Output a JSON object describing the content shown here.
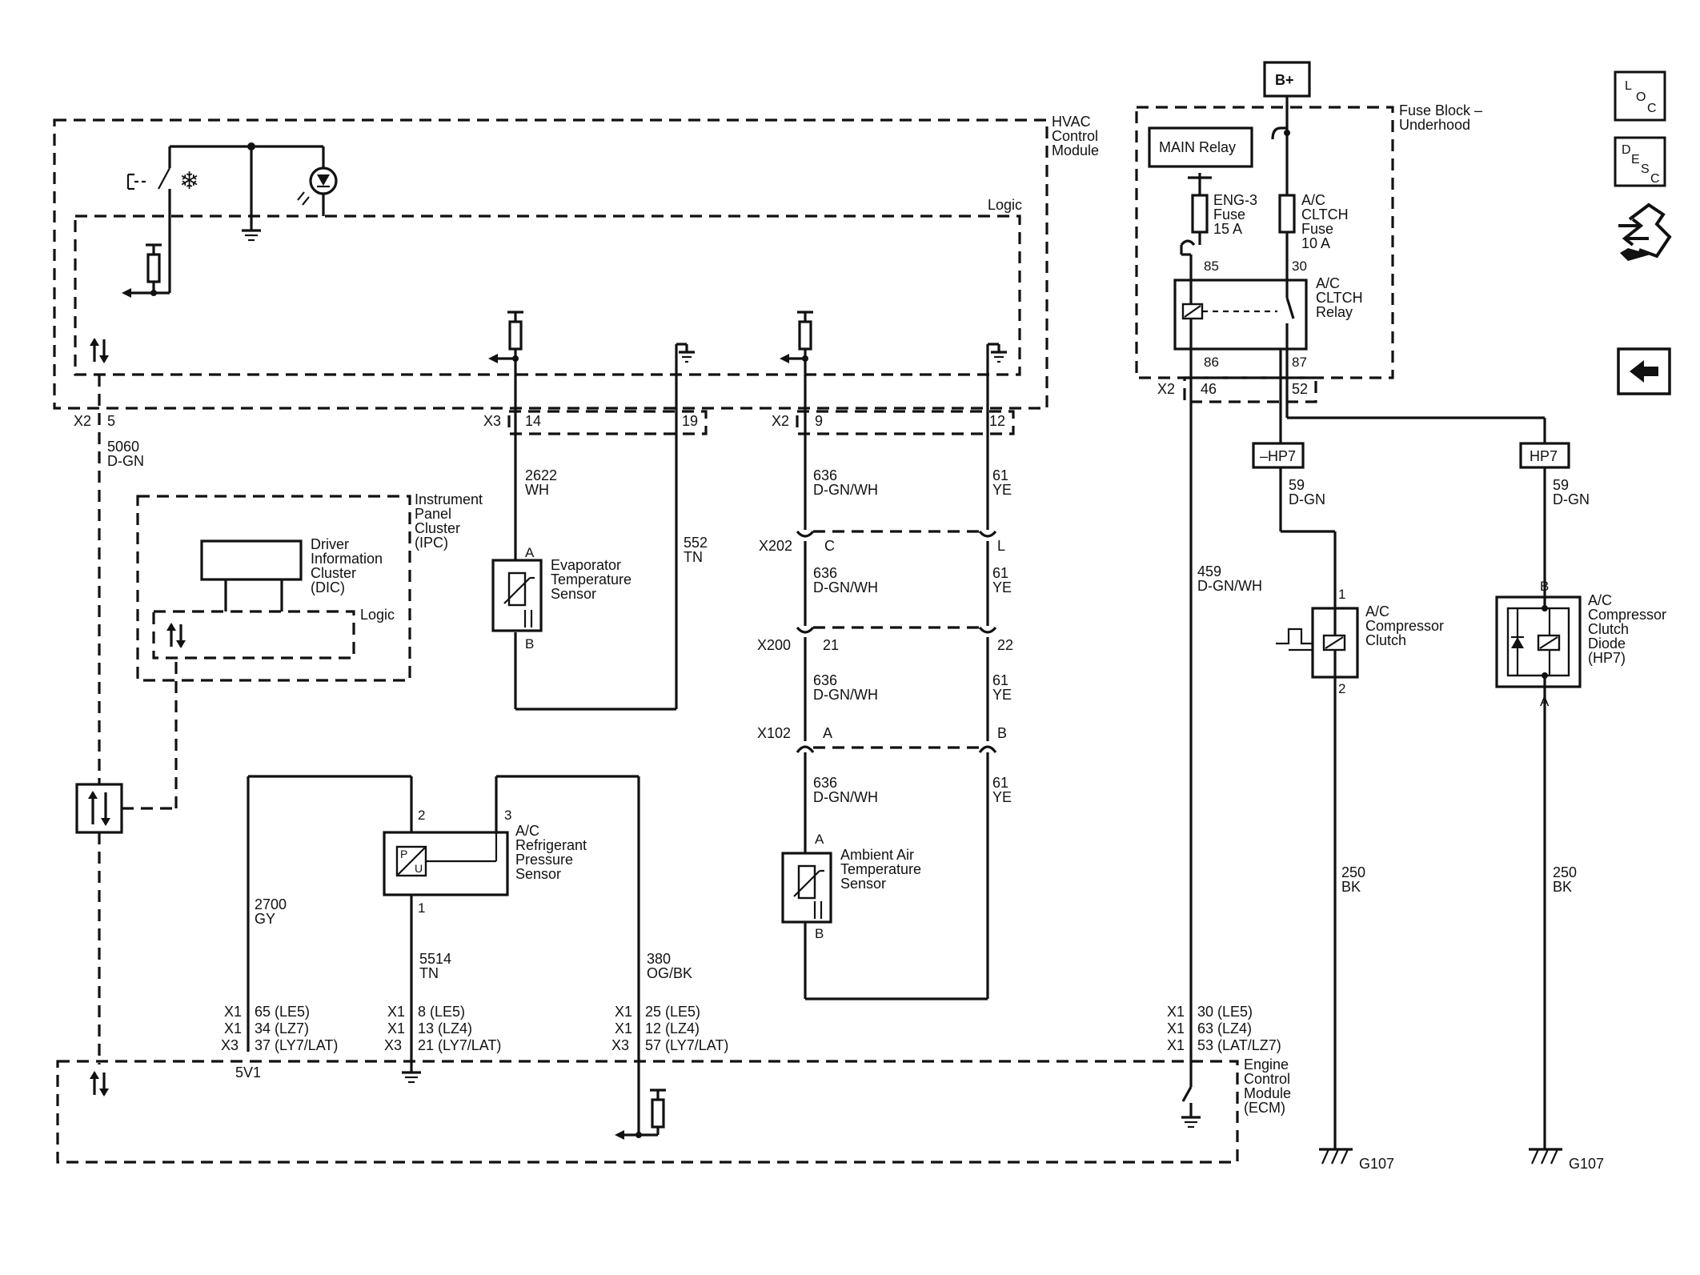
{
  "modules": {
    "hvac": [
      "HVAC",
      "Control",
      "Module"
    ],
    "hvac_logic": "Logic",
    "ipc": [
      "Instrument",
      "Panel",
      "Cluster",
      "(IPC)"
    ],
    "dic": [
      "Driver",
      "Information",
      "Cluster",
      "(DIC)"
    ],
    "ipc_logic": "Logic",
    "fuse_block": [
      "Fuse Block –",
      "Underhood"
    ],
    "ecm": [
      "Engine",
      "Control",
      "Module",
      "(ECM)"
    ],
    "main_relay": "MAIN Relay",
    "b_plus": "B+"
  },
  "fuses": {
    "eng3": [
      "ENG-3",
      "Fuse",
      "15 A"
    ],
    "ac_cltch": [
      "A/C",
      "CLTCH",
      "Fuse",
      "10 A"
    ]
  },
  "relay": {
    "label": [
      "A/C",
      "CLTCH",
      "Relay"
    ],
    "pin85": "85",
    "pin30": "30",
    "pin86": "86",
    "pin87": "87"
  },
  "components": {
    "evap_sensor": [
      "Evaporator",
      "Temperature",
      "Sensor"
    ],
    "evap_pin_a": "A",
    "evap_pin_b": "B",
    "ambient_sensor": [
      "Ambient Air",
      "Temperature",
      "Sensor"
    ],
    "amb_pin_a": "A",
    "amb_pin_b": "B",
    "pressure_sensor": [
      "A/C",
      "Refrigerant",
      "Pressure",
      "Sensor"
    ],
    "ps_pin2": "2",
    "ps_pin3": "3",
    "ps_pin1": "1",
    "ps_p": "P",
    "ps_u": "U",
    "clutch": [
      "A/C",
      "Compressor",
      "Clutch"
    ],
    "clutch_pin1": "1",
    "clutch_pin2": "2",
    "diode": [
      "A/C",
      "Compressor",
      "Clutch",
      "Diode",
      "(HP7)"
    ],
    "diode_pin_b": "B",
    "diode_pin_a": "A"
  },
  "connectors": {
    "hvac_x2": "X2",
    "hvac_x2_pin": "5",
    "hvac_x3": "X3",
    "hvac_x3_pin14": "14",
    "hvac_x3_pin19": "19",
    "hvac_x2b": "X2",
    "hvac_x2_pin9": "9",
    "hvac_x2_pin12": "12",
    "fb_x2": "X2",
    "fb_pin46": "46",
    "fb_pin52": "52",
    "x202": "X202",
    "x202_c": "C",
    "x202_l": "L",
    "x200": "X200",
    "x200_21": "21",
    "x200_22": "22",
    "x102": "X102",
    "x102_a": "A",
    "x102_b": "B",
    "hp7_minus": "–HP7",
    "hp7": "HP7",
    "ecm_left": [
      "X1",
      "X1",
      "X3"
    ],
    "ecm_pins_5v": [
      "65 (LE5)",
      "34 (LZ7)",
      "37 (LY7/LAT)"
    ],
    "ecm_pins_gnd": [
      "8 (LE5)",
      "13 (LZ4)",
      "21 (LY7/LAT)"
    ],
    "ecm_pins_sig": [
      "25 (LE5)",
      "12 (LZ4)",
      "57 (LY7/LAT)"
    ],
    "ecm_pins_relay": [
      "30 (LE5)",
      "63 (LZ4)",
      "53 (LAT/LZ7)"
    ],
    "v5": "5V1"
  },
  "wires": {
    "w5060": [
      "5060",
      "D-GN"
    ],
    "w2622": [
      "2622",
      "WH"
    ],
    "w552": [
      "552",
      "TN"
    ],
    "w636": [
      "636",
      "D-GN/WH"
    ],
    "w61": [
      "61",
      "YE"
    ],
    "w459": [
      "459",
      "D-GN/WH"
    ],
    "w59": [
      "59",
      "D-GN"
    ],
    "w250": [
      "250",
      "BK"
    ],
    "w2700": [
      "2700",
      "GY"
    ],
    "w5514": [
      "5514",
      "TN"
    ],
    "w380": [
      "380",
      "OG/BK"
    ]
  },
  "grounds": {
    "g107": "G107"
  },
  "nav": {
    "loc": [
      "L",
      "O",
      "C"
    ],
    "desc": [
      "D",
      "E",
      "S",
      "C"
    ]
  }
}
